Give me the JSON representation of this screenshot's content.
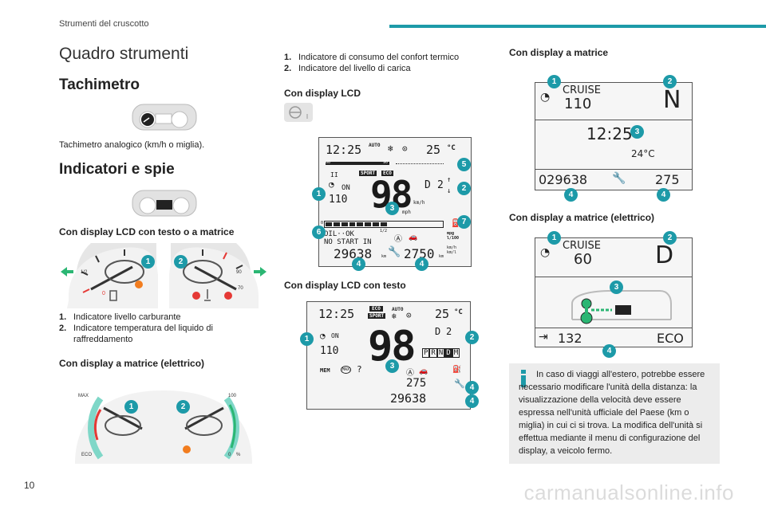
{
  "header": {
    "section": "Strumenti del cruscotto",
    "page_number": "10"
  },
  "col1": {
    "title": "Quadro strumenti",
    "h_tachimetro": "Tachimetro",
    "tachimetro_caption": "Tachimetro analogico (km/h o miglia).",
    "h_indicatori": "Indicatori e spie",
    "h_lcd_text_matrix": "Con display LCD con testo o a matrice",
    "list1": [
      {
        "n": "1.",
        "t": "Indicatore livello carburante"
      },
      {
        "n": "2.",
        "t": "Indicatore temperatura del liquido di raffreddamento"
      }
    ],
    "h_matrix_electric": "Con display a matrice (elettrico)",
    "gauge1": {
      "left_mark": "1/2",
      "right_mark": "90",
      "right_mark2": "70",
      "o_label": "0"
    },
    "gauge2": {
      "max": "MAX",
      "eco": "ECO",
      "val100": "100",
      "val0": "0",
      "pct": "%"
    }
  },
  "col2": {
    "list2": [
      {
        "n": "1.",
        "t": "Indicatore di consumo del confort termico"
      },
      {
        "n": "2.",
        "t": "Indicatore del livello di carica"
      }
    ],
    "h_lcd": "Con display LCD",
    "lcd1": {
      "time": "12:25",
      "temp": "25",
      "temp_unit": "°C",
      "auto": "AUTO",
      "on": "ON",
      "odo_small": "110",
      "speed": "98",
      "speed_unit": "km/h",
      "mph": "mph",
      "gear": "D",
      "gear_num": "2",
      "sport": "SPORT",
      "eco": "ECO",
      "oil": "OIL··OK",
      "nostart": "NO START IN",
      "odo": "29638",
      "odo_unit": "km",
      "trip": "2750",
      "trip_unit": "km",
      "mpg": "mpg",
      "l100": "l/100",
      "kmh": "km/h",
      "kml": "km/l",
      "half": "1/2",
      "g60": "60",
      "g90": "90",
      "g0": "0"
    },
    "h_lcd_text": "Con display LCD con testo",
    "lcd2": {
      "time": "12:25",
      "temp": "25",
      "temp_unit": "°C",
      "auto": "AUTO",
      "eco": "ECO",
      "sport": "SPORT",
      "on": "ON",
      "odo_small": "110",
      "speed": "98",
      "gear": "D",
      "gear_num": "2",
      "prndm": [
        "P",
        "R",
        "N",
        "D",
        "M"
      ],
      "mem": "MEM",
      "max": "MAX",
      "q": "?",
      "trip": "275",
      "odo": "29638"
    }
  },
  "col3": {
    "h_matrix": "Con display a matrice",
    "matrix1": {
      "cruise": "CRUISE",
      "cruise_speed": "110",
      "gear": "N",
      "time": "12:25",
      "temp": "24°C",
      "odo": "029638",
      "range": "275"
    },
    "h_matrix_el": "Con display a matrice (elettrico)",
    "matrix2": {
      "cruise": "CRUISE",
      "cruise_speed": "60",
      "gear": "D",
      "range": "132",
      "mode": "ECO"
    },
    "info_text": "In caso di viaggi all'estero, potrebbe essere necessario modificare l'unità della distanza: la visualizzazione della velocità deve essere espressa nell'unità ufficiale del Paese (km o miglia) in cui ci si trova. La modifica dell'unità si effettua mediante il menu di configurazione del display, a veicolo fermo."
  },
  "badges": {
    "b1": "1",
    "b2": "2",
    "b3": "3",
    "b4": "4",
    "b5": "5",
    "b6": "6",
    "b7": "7"
  },
  "watermark": "carmanualsonline.info",
  "colors": {
    "accent": "#1d9aa8",
    "gauge_red": "#e53935",
    "gauge_green": "#2bb673",
    "gauge_orange": "#f27d1f"
  }
}
